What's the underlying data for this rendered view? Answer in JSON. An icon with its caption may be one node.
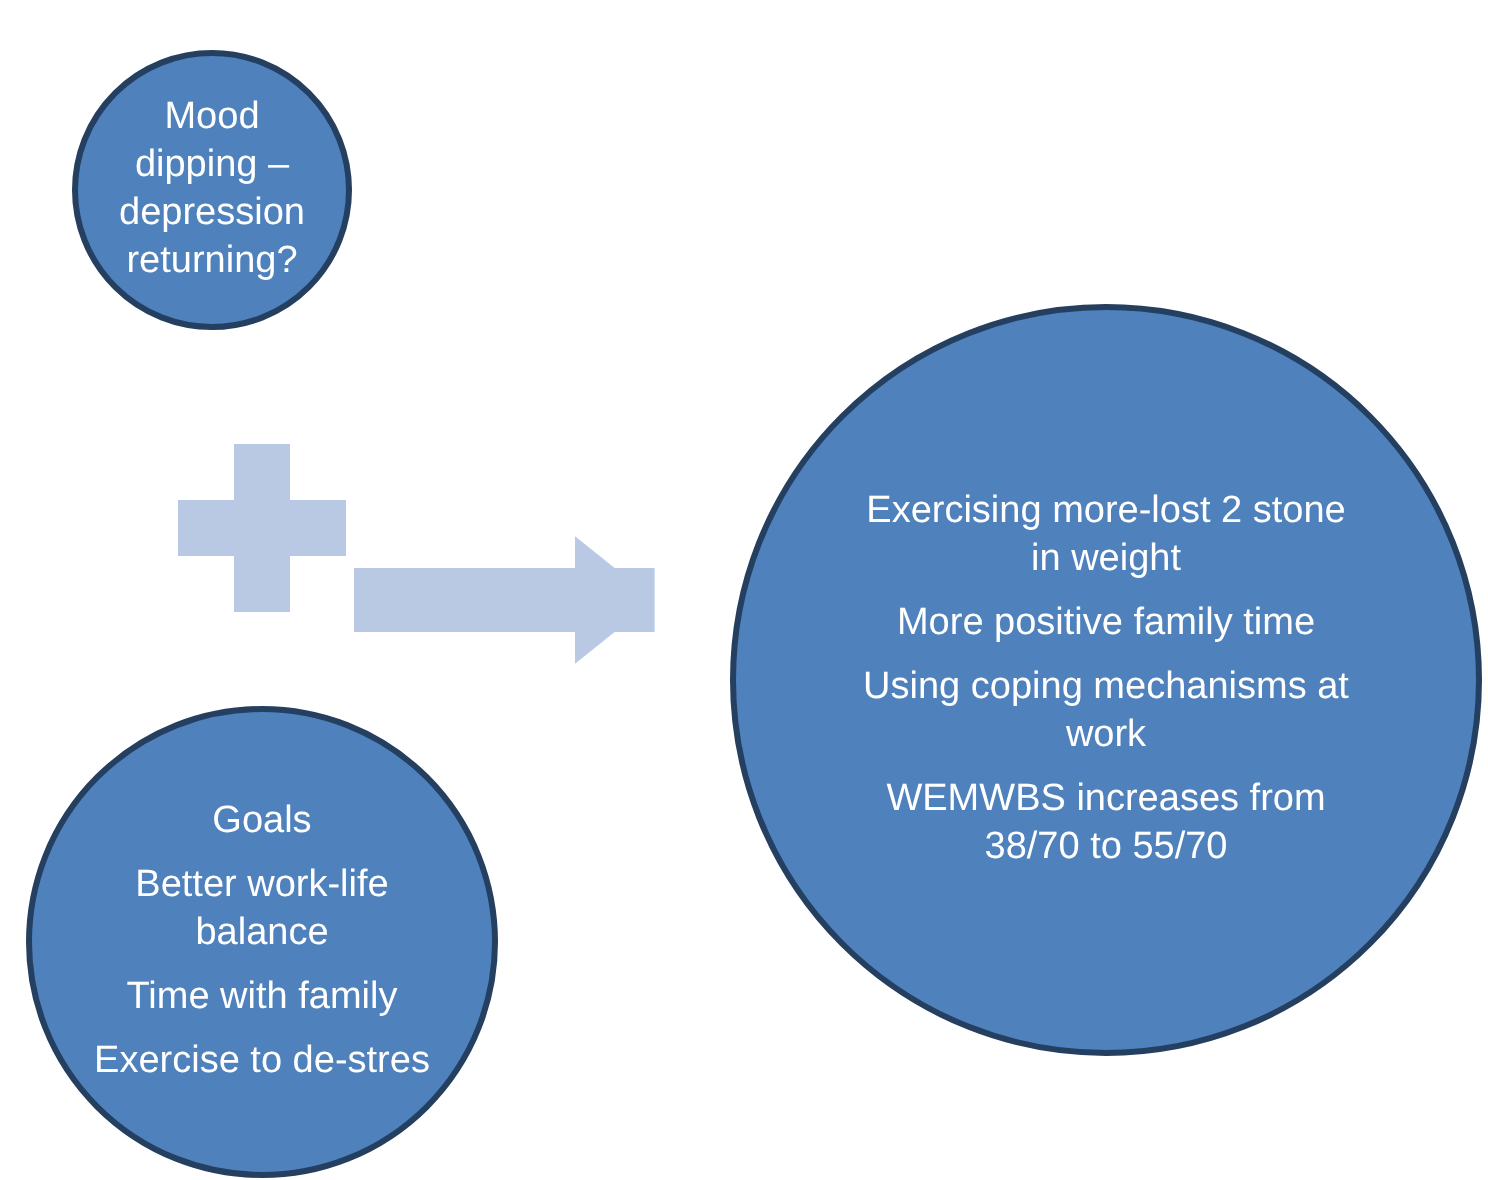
{
  "diagram": {
    "nodes": [
      {
        "text": [
          "Mood dipping – depression returning?"
        ]
      },
      {
        "text": [],
        "shape": "plus"
      },
      {
        "text": [
          "Goals",
          "Better work-life balance",
          "Time with family",
          "Exercise to de-stres"
        ]
      },
      {
        "text": [
          "Exercising more-lost 2 stone in weight",
          "More positive family time",
          "Using coping mechanisms at work",
          "WEMWBS increases from 38/70 to 55/70"
        ]
      }
    ],
    "edges": [
      {
        "from": 1,
        "to": 3,
        "arrow": "to"
      }
    ]
  }
}
